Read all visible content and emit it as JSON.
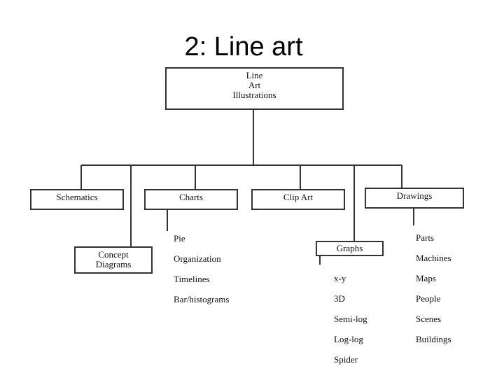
{
  "title": "2: Line art",
  "root": {
    "lines": [
      "Line",
      "Art",
      "Illustrations"
    ]
  },
  "categories": {
    "schematics": "Schematics",
    "charts": "Charts",
    "clip_art": "Clip Art",
    "drawings": "Drawings"
  },
  "concept_diagrams": {
    "lines": [
      "Concept",
      "Diagrams"
    ]
  },
  "graphs": "Graphs",
  "charts_children": [
    "Pie",
    "Organization",
    "Timelines",
    "Bar/histograms"
  ],
  "graphs_children": [
    "x-y",
    "3D",
    "Semi-log",
    "Log-log",
    "Spider"
  ],
  "drawings_children": [
    "Parts",
    "Machines",
    "Maps",
    "People",
    "Scenes",
    "Buildings"
  ],
  "colors": {
    "line": "#333333",
    "text": "#111111",
    "title": "#000000"
  }
}
